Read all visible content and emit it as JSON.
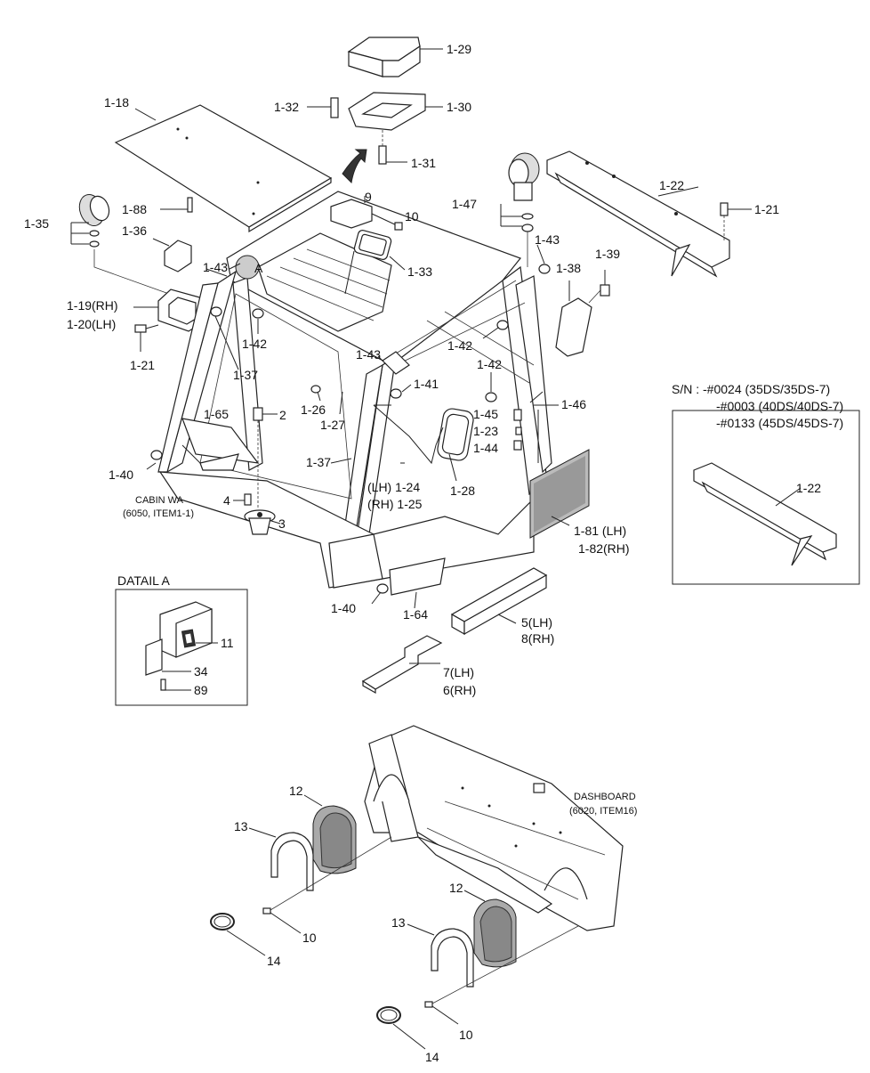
{
  "labels": {
    "l129": "1-29",
    "l130": "1-30",
    "l132": "1-32",
    "l131": "1-31",
    "l118": "1-18",
    "l188": "1-88",
    "l9": "9",
    "l10a": "10",
    "l135": "1-35",
    "l136": "1-36",
    "l133": "1-33",
    "l147": "1-47",
    "l122": "1-22",
    "l121a": "1-21",
    "l143a": "1-43",
    "l143b": "1-43",
    "l143c": "1-43",
    "l138": "1-38",
    "l139": "1-39",
    "l119": "1-19(RH)",
    "l120": "1-20(LH)",
    "l142a": "1-42",
    "l142b": "1-42",
    "l142c": "1-42",
    "l121b": "1-21",
    "l137a": "1-37",
    "l137b": "1-37",
    "l141": "1-41",
    "l146": "1-46",
    "l126": "1-26",
    "l127": "1-27",
    "l165": "1-65",
    "l2": "2",
    "l145": "1-45",
    "l123": "1-23",
    "l144": "1-44",
    "l140a": "1-40",
    "l140b": "1-40",
    "l124": "(LH) 1-24",
    "l125": "(RH) 1-25",
    "l128": "1-28",
    "l4": "4",
    "l3": "3",
    "l181": "1-81 (LH)",
    "l182": "1-82(RH)",
    "l164": "1-64",
    "l5": "5(LH)",
    "l8": "8(RH)",
    "l7": "7(LH)",
    "l6": "6(RH)",
    "l11": "11",
    "l34": "34",
    "l89": "89",
    "l12a": "12",
    "l12b": "12",
    "l13a": "13",
    "l13b": "13",
    "l10b": "10",
    "l10c": "10",
    "l14a": "14",
    "l14b": "14",
    "lA": "A"
  },
  "notes": {
    "cabin1": "CABIN WA",
    "cabin2": "(6050, ITEM1-1)",
    "dash1": "DASHBOARD",
    "dash2": "(6020, ITEM16)",
    "detail": "DATAIL A",
    "sn1": "S/N : -#0024 (35DS/35DS-7)",
    "sn2": "-#0003 (40DS/40DS-7)",
    "sn3": "-#0133 (45DS/45DS-7)",
    "inset122": "1-22"
  },
  "colors": {
    "line": "#222222",
    "screen": "#999999"
  }
}
